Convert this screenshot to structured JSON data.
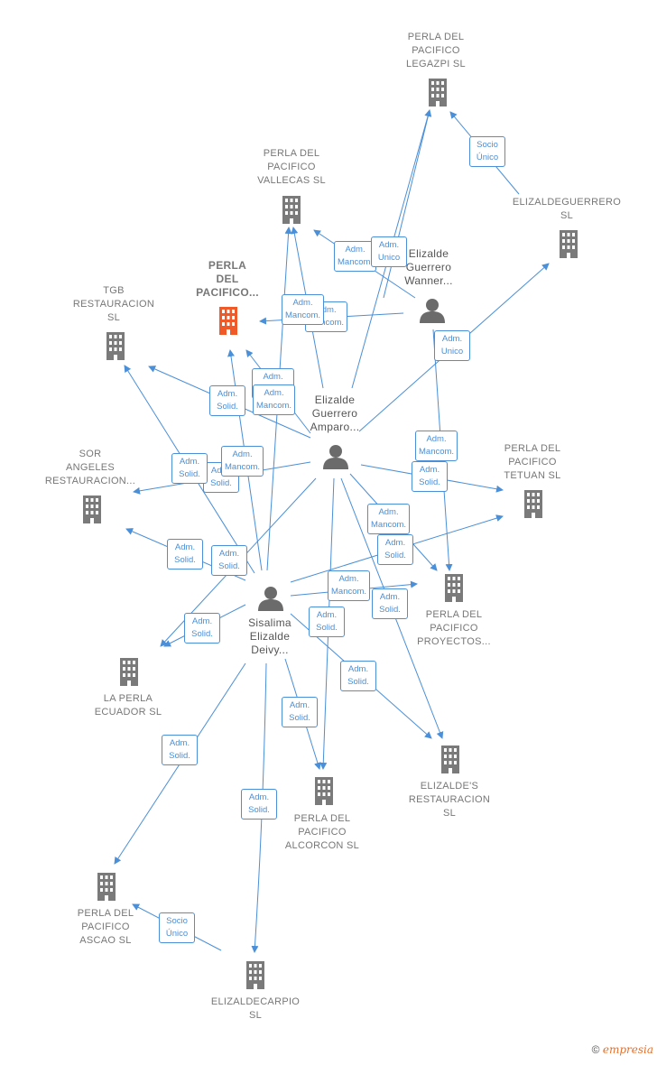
{
  "colors": {
    "edge": "#4a8fd8",
    "building": "#7a7a7a",
    "focus": "#f05a28",
    "person": "#6b6b6b",
    "brand": "#e8702a"
  },
  "nodes": {
    "legazpi": {
      "label": "PERLA DEL\nPACIFICO\nLEGAZPI  SL"
    },
    "vallecas": {
      "label": "PERLA DEL\nPACIFICO\nVALLECAS  SL"
    },
    "elizaldeguerrero": {
      "label": "ELIZALDEGUERRERO\nSL"
    },
    "perla_focus": {
      "label": "PERLA\nDEL\nPACIFICO..."
    },
    "tgb": {
      "label": "TGB\nRESTAURACION\nSL"
    },
    "sor": {
      "label": "SOR\nANGELES\nRESTAURACION..."
    },
    "tetuan": {
      "label": "PERLA DEL\nPACIFICO\nTETUAN  SL"
    },
    "proyectos": {
      "label": "PERLA DEL\nPACIFICO\nPROYECTOS..."
    },
    "ecuador": {
      "label": "LA PERLA\nECUADOR  SL"
    },
    "elizaldes": {
      "label": "ELIZALDE'S\nRESTAURACION\nSL"
    },
    "alcorcon": {
      "label": "PERLA DEL\nPACIFICO\nALCORCON  SL"
    },
    "ascao": {
      "label": "PERLA DEL\nPACIFICO\nASCAO  SL"
    },
    "elizaldecarpio": {
      "label": "ELIZALDECARPIO\nSL"
    },
    "wanner": {
      "label": "Elizalde\nGuerrero\nWanner..."
    },
    "amparo": {
      "label": "Elizalde\nGuerrero\nAmparo..."
    },
    "deivy": {
      "label": "Sisalima\nElizalde\nDeivy..."
    }
  },
  "badges": [
    {
      "text": "Socio\nÚnico"
    },
    {
      "text": "Adm.\nMancom."
    },
    {
      "text": "Adm.\nUnico"
    },
    {
      "text": "Adm.\nMancom."
    },
    {
      "text": "Adm.\nMancom."
    },
    {
      "text": "Adm.\nUnico"
    },
    {
      "text": "Adm.\nMancom."
    },
    {
      "text": "Adm.\nSolid."
    },
    {
      "text": "Adm.\nMancom."
    },
    {
      "text": "Adm.\nSolid."
    },
    {
      "text": "Adm.\nSolid."
    },
    {
      "text": "Adm.\nMancom."
    },
    {
      "text": "Adm.\nMancom."
    },
    {
      "text": "Adm.\nSolid."
    },
    {
      "text": "Adm.\nMancom."
    },
    {
      "text": "Adm.\nSolid."
    },
    {
      "text": "Adm.\nSolid."
    },
    {
      "text": "Adm.\nSolid."
    },
    {
      "text": "Adm.\nMancom."
    },
    {
      "text": "Adm.\nSolid."
    },
    {
      "text": "Adm.\nSolid."
    },
    {
      "text": "Adm.\nSolid."
    },
    {
      "text": "Adm.\nSolid."
    },
    {
      "text": "Adm.\nSolid."
    },
    {
      "text": "Adm.\nSolid."
    },
    {
      "text": "Adm.\nSolid."
    },
    {
      "text": "Socio\nÚnico"
    }
  ],
  "footer": {
    "copyright": "©",
    "brand": "mpresia",
    "brand_initial": "e"
  }
}
